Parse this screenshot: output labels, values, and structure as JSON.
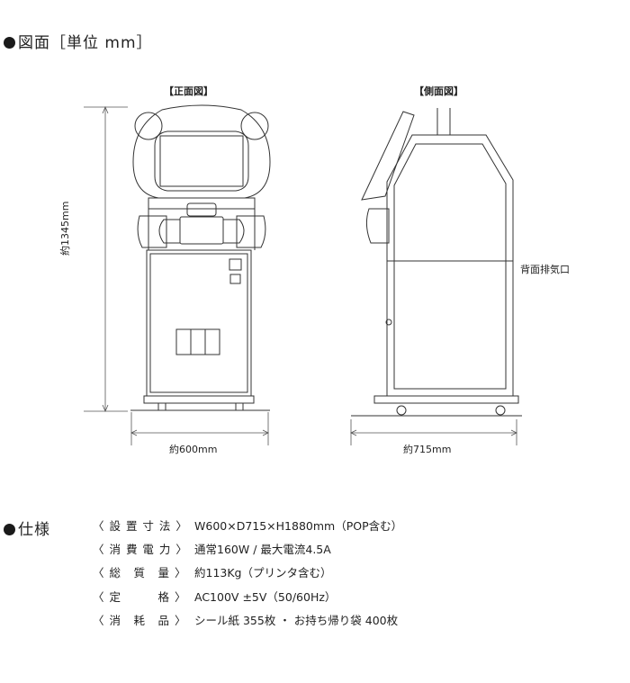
{
  "drawing": {
    "title": "図面［単位 mm］",
    "front_label": "【正面図】",
    "side_label": "【側面図】",
    "height_dim": "約1345mm",
    "width_dim": "約600mm",
    "depth_dim": "約715mm",
    "exhaust_label": "背面排気口"
  },
  "specs": {
    "title": "仕様",
    "rows": [
      {
        "key": "〈 設 置 寸 法 〉",
        "value": "W600×D715×H1880mm（POP含む）"
      },
      {
        "key": "〈 消 費 電 力 〉",
        "value": "通常160W / 最大電流4.5A"
      },
      {
        "key": "〈 総　質　量 〉",
        "value": "約113Kg（プリンタ含む）"
      },
      {
        "key": "〈 定　　　格 〉",
        "value": "AC100V ±5V（50/60Hz）"
      },
      {
        "key": "〈 消　耗　品 〉",
        "value": "シール紙 355枚 ・ お持ち帰り袋 400枚"
      }
    ]
  }
}
